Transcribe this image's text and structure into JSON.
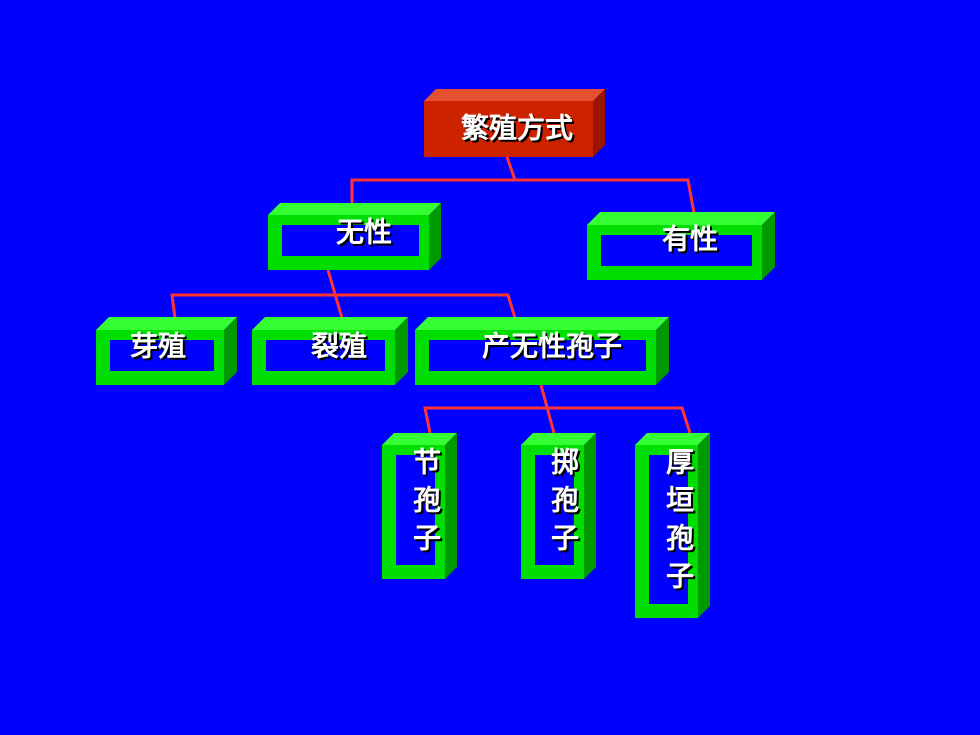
{
  "colors": {
    "background": "#0000ff",
    "root_front": "#cc2200",
    "root_side": "#991500",
    "root_top": "#e65030",
    "frame_front": "#00dd00",
    "frame_side": "#009900",
    "frame_top": "#33ff33",
    "frame_inner": "#0000ff",
    "connector": "#ff3333",
    "text": "#ffffff"
  },
  "diagram": {
    "root": {
      "label": "繁殖方式"
    },
    "asexual": {
      "label": "无性"
    },
    "sexual": {
      "label": "有性"
    },
    "budding": {
      "label": "芽殖"
    },
    "fission": {
      "label": "裂殖"
    },
    "asexual_spores": {
      "label": "产无性孢子"
    },
    "arthrospore": {
      "label": "节孢子",
      "chars": [
        "节",
        "孢",
        "子"
      ]
    },
    "ballistospore": {
      "label": "掷孢子",
      "chars": [
        "掷",
        "孢",
        "子"
      ]
    },
    "chlamydospore": {
      "label": "厚垣孢子",
      "chars": [
        "厚",
        "垣",
        "孢",
        "子"
      ]
    }
  }
}
